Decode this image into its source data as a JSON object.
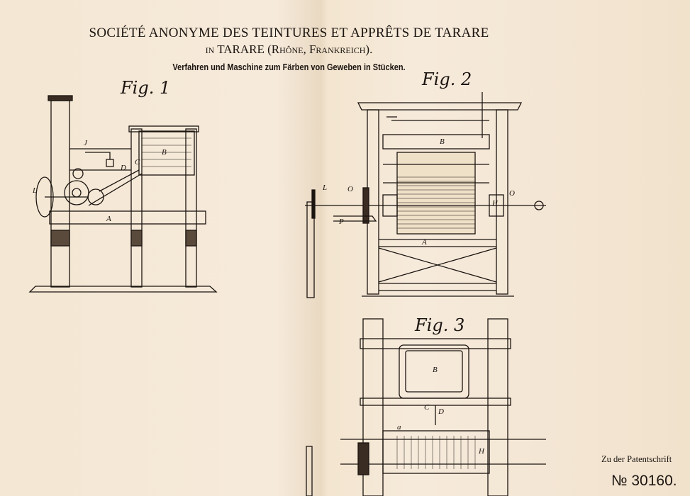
{
  "header": {
    "company": "SOCIÉTÉ ANONYME DES TEINTURES ET APPRÊTS DE TARARE",
    "location": "in TARARE (Rhône, Frankreich).",
    "invention_title": "Verfahren und Maschine zum Färben von Geweben in Stücken."
  },
  "figures": [
    {
      "label": "Fig. 1"
    },
    {
      "label": "Fig. 2"
    },
    {
      "label": "Fig. 3"
    }
  ],
  "part_labels": {
    "fig1": [
      "J",
      "B",
      "C",
      "D",
      "L",
      "A"
    ],
    "fig2": [
      "B",
      "L",
      "O",
      "P",
      "A",
      "H",
      "O"
    ],
    "fig3": [
      "B",
      "C",
      "D",
      "a",
      "H"
    ]
  },
  "footer": {
    "reference": "Zu der Patentschrift",
    "patent_number": "№ 30160."
  },
  "colors": {
    "paper": "#f4e7d3",
    "ink": "#1b1410"
  }
}
